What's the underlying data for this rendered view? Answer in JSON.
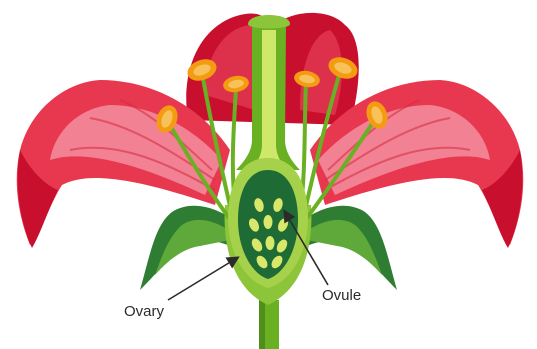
{
  "diagram": {
    "labels": {
      "ovary": "Ovary",
      "ovule": "Ovule"
    },
    "colors": {
      "petal_dark": "#c8102e",
      "petal_mid": "#e8384f",
      "petal_light": "#f28a9a",
      "petal_back": "#d42a3c",
      "stem": "#6ab023",
      "stem_dark": "#3f7a16",
      "style_light": "#cde86a",
      "ovary_inner": "#1f6b35",
      "ovary_wall": "#8cc43a",
      "ovule": "#d9e86a",
      "anther": "#f39c12",
      "anther_dark": "#d9780a",
      "sepal": "#2e7d32",
      "sepal_light": "#5fa83a",
      "arrow": "#2b2b2b"
    },
    "icons": [
      "flower-illustration"
    ]
  }
}
